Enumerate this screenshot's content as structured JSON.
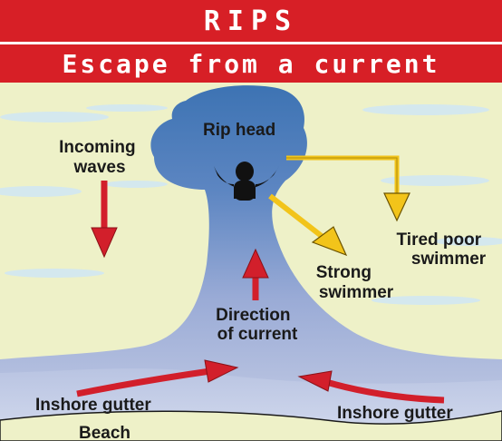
{
  "title": "RIPS",
  "subtitle": "Escape from a current",
  "labels": {
    "rip_head": "Rip head",
    "incoming_waves": [
      "Incoming",
      "waves"
    ],
    "tired_poor_swimmer": [
      "Tired poor",
      "swimmer"
    ],
    "strong_swimmer": [
      "Strong",
      "swimmer"
    ],
    "direction_of_current": [
      "Direction",
      "of current"
    ],
    "inshore_gutter_left": "Inshore gutter",
    "inshore_gutter_right": "Inshore gutter",
    "beach": "Beach"
  },
  "colors": {
    "banner": "#d71f26",
    "banner_text": "#ffffff",
    "sand": "#eef1c8",
    "wave_streaks": "#d4e8ee",
    "water_deep": "#3d73b3",
    "water_light": "#c4cce4",
    "arrow_red": "#d21f2b",
    "arrow_yellow": "#f2c41a",
    "label_text": "#1a1a1a"
  }
}
